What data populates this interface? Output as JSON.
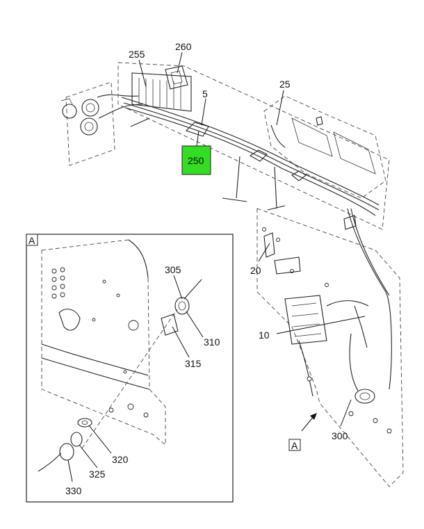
{
  "callouts": {
    "c255": "255",
    "c260": "260",
    "c5": "5",
    "c25": "25",
    "c250": "250",
    "c20": "20",
    "c10": "10",
    "c300": "300",
    "c305": "305",
    "c310": "310",
    "c315": "315",
    "c320": "320",
    "c325": "325",
    "c330": "330"
  },
  "view_labels": {
    "detail_box": "A",
    "view_arrow": "A"
  },
  "colors": {
    "highlight": "#33dd22",
    "line": "#222222"
  }
}
